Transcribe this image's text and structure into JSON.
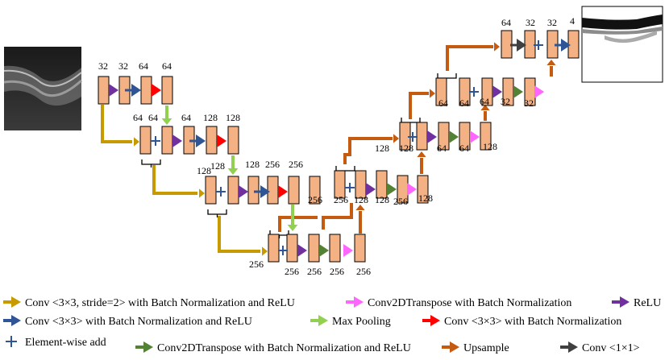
{
  "colors": {
    "block_fill": "#f4b183",
    "block_stroke": "#000000",
    "conv_stride2": "#c79a00",
    "conv3x3": "#2f5597",
    "relu": "#7030a0",
    "max_pool": "#92d050",
    "conv3x3_red": "#ff0000",
    "conv2dt_pink": "#ff66ff",
    "conv2dt_green": "#548235",
    "upsample": "#c55a11",
    "conv1x1": "#404040",
    "element_add": "#2f5597"
  },
  "images": {
    "input": "oct-retina-scan",
    "output": "segmentation-mask"
  },
  "channel_labels": [
    "32",
    "32",
    "64",
    "64",
    "64",
    "64",
    "64",
    "128",
    "128",
    "128",
    "128",
    "128",
    "256",
    "256",
    "256",
    "256",
    "256",
    "256",
    "256",
    "256",
    "256",
    "128",
    "128",
    "256",
    "128",
    "128",
    "128",
    "64",
    "64",
    "128",
    "64",
    "64",
    "64",
    "32",
    "32",
    "64",
    "32",
    "32",
    "4"
  ],
  "legend": [
    {
      "icon": "conv_stride2",
      "label": "Conv <3×3, stride=2> with Batch Normalization and ReLU"
    },
    {
      "icon": "conv2dt_pink",
      "label": "Conv2DTranspose with Batch Normalization"
    },
    {
      "icon": "relu",
      "label": "ReLU"
    },
    {
      "icon": "conv3x3",
      "label": "Conv <3×3> with Batch Normalization and ReLU"
    },
    {
      "icon": "max_pool",
      "label": "Max Pooling"
    },
    {
      "icon": "conv3x3_red",
      "label": "Conv <3×3> with Batch Normalization"
    },
    {
      "icon": "element_add",
      "label": "Element-wise add"
    },
    {
      "icon": "conv2dt_green",
      "label": "Conv2DTranspose with Batch Normalization and ReLU"
    },
    {
      "icon": "upsample",
      "label": "Upsample"
    },
    {
      "icon": "conv1x1",
      "label": "Conv <1×1>"
    }
  ]
}
